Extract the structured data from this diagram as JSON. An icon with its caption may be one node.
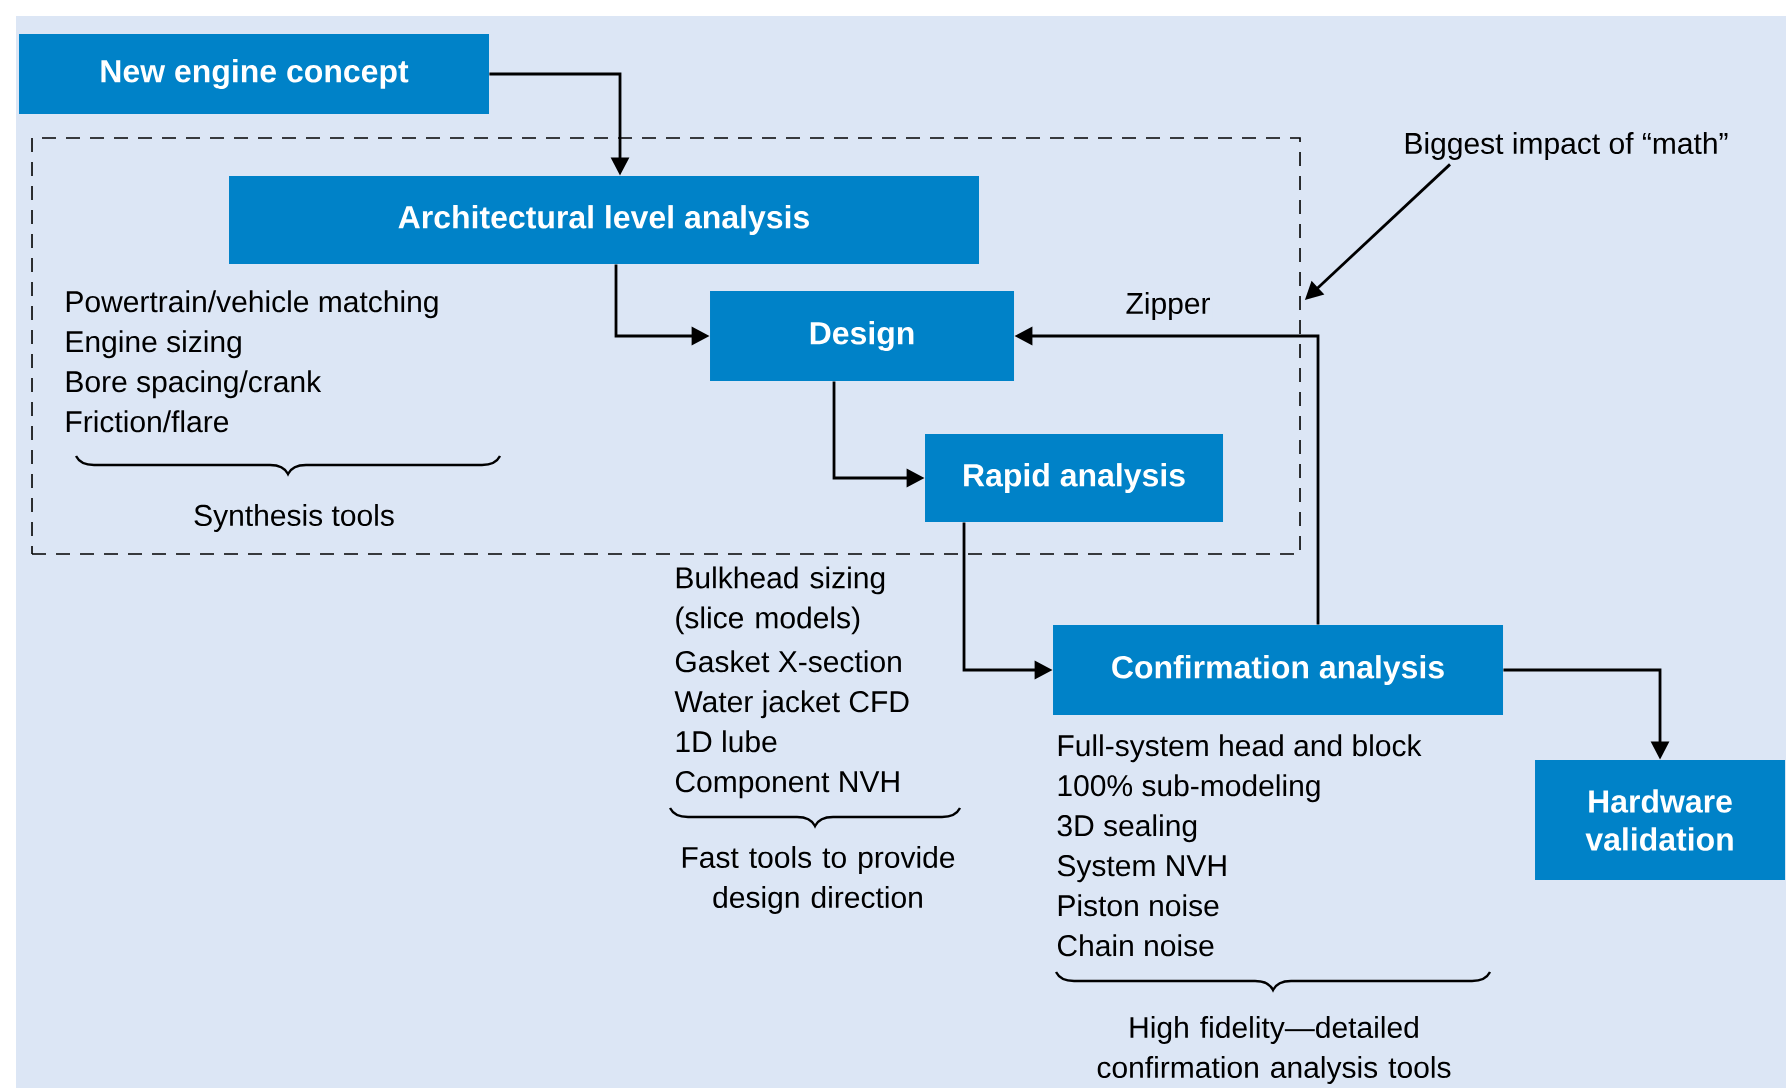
{
  "diagram": {
    "nodes": [
      {
        "text": [
          "New engine concept"
        ]
      },
      {
        "text": [],
        "shape": "box"
      },
      {
        "text": [
          "Architectural level analysis"
        ],
        "in": 1
      },
      {
        "text": [
          "Design"
        ],
        "in": 1
      },
      {
        "text": [
          "Rapid analysis"
        ],
        "in": 1
      },
      {
        "text": [
          "Confirmation analysis"
        ]
      },
      {
        "text": [
          "Hardware validation"
        ]
      },
      {
        "text": [
          "Biggest impact of “math”"
        ]
      }
    ],
    "edges": [
      {
        "from": 0,
        "to": 2,
        "arrow": "to"
      },
      {
        "from": 2,
        "to": 3,
        "arrow": "to"
      },
      {
        "from": 3,
        "to": 4,
        "arrow": "to"
      },
      {
        "from": 4,
        "to": 5,
        "arrow": "to"
      },
      {
        "from": 5,
        "to": 3,
        "arrow": "to",
        "label": "Zipper"
      },
      {
        "from": 5,
        "to": 6,
        "arrow": "to"
      },
      {
        "from": 7,
        "to": 1,
        "arrow": "to"
      }
    ],
    "labels": [
      "Powertrain/vehicle matching",
      "Engine sizing",
      "Bore spacing/crank",
      "Friction/flare",
      "Synthesis tools",
      "Bulkhead sizing (slice models)",
      "Gasket X-section",
      "Water jacket CFD",
      "1D lube",
      "Component NVH",
      "Fast tools to provide design direction",
      "Full-system head and block",
      "100% sub-modeling",
      "3D sealing",
      "System NVH",
      "Piston noise",
      "Chain noise",
      "High fidelity—detailed confirmation analysis tools"
    ]
  }
}
